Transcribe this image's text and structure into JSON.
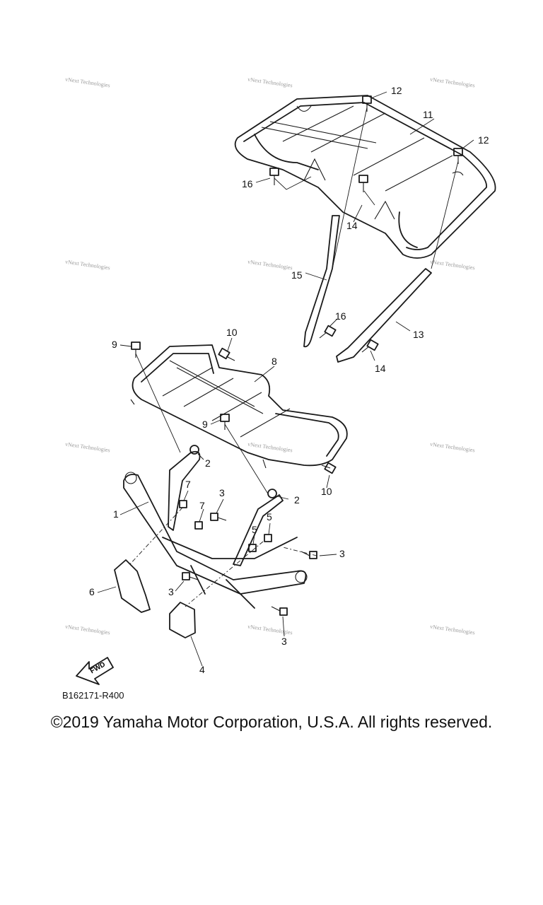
{
  "callouts": [
    "1",
    "2",
    "2",
    "3",
    "3",
    "3",
    "3",
    "4",
    "5",
    "5",
    "6",
    "7",
    "7",
    "8",
    "9",
    "9",
    "10",
    "10",
    "11",
    "12",
    "12",
    "13",
    "14",
    "14",
    "15",
    "16",
    "16"
  ],
  "watermark": "vNext Technologies",
  "fwd_label": "FWD",
  "figure_code": "B162171-R400",
  "copyright": "©2019 Yamaha Motor Corporation, U.S.A. All rights reserved."
}
